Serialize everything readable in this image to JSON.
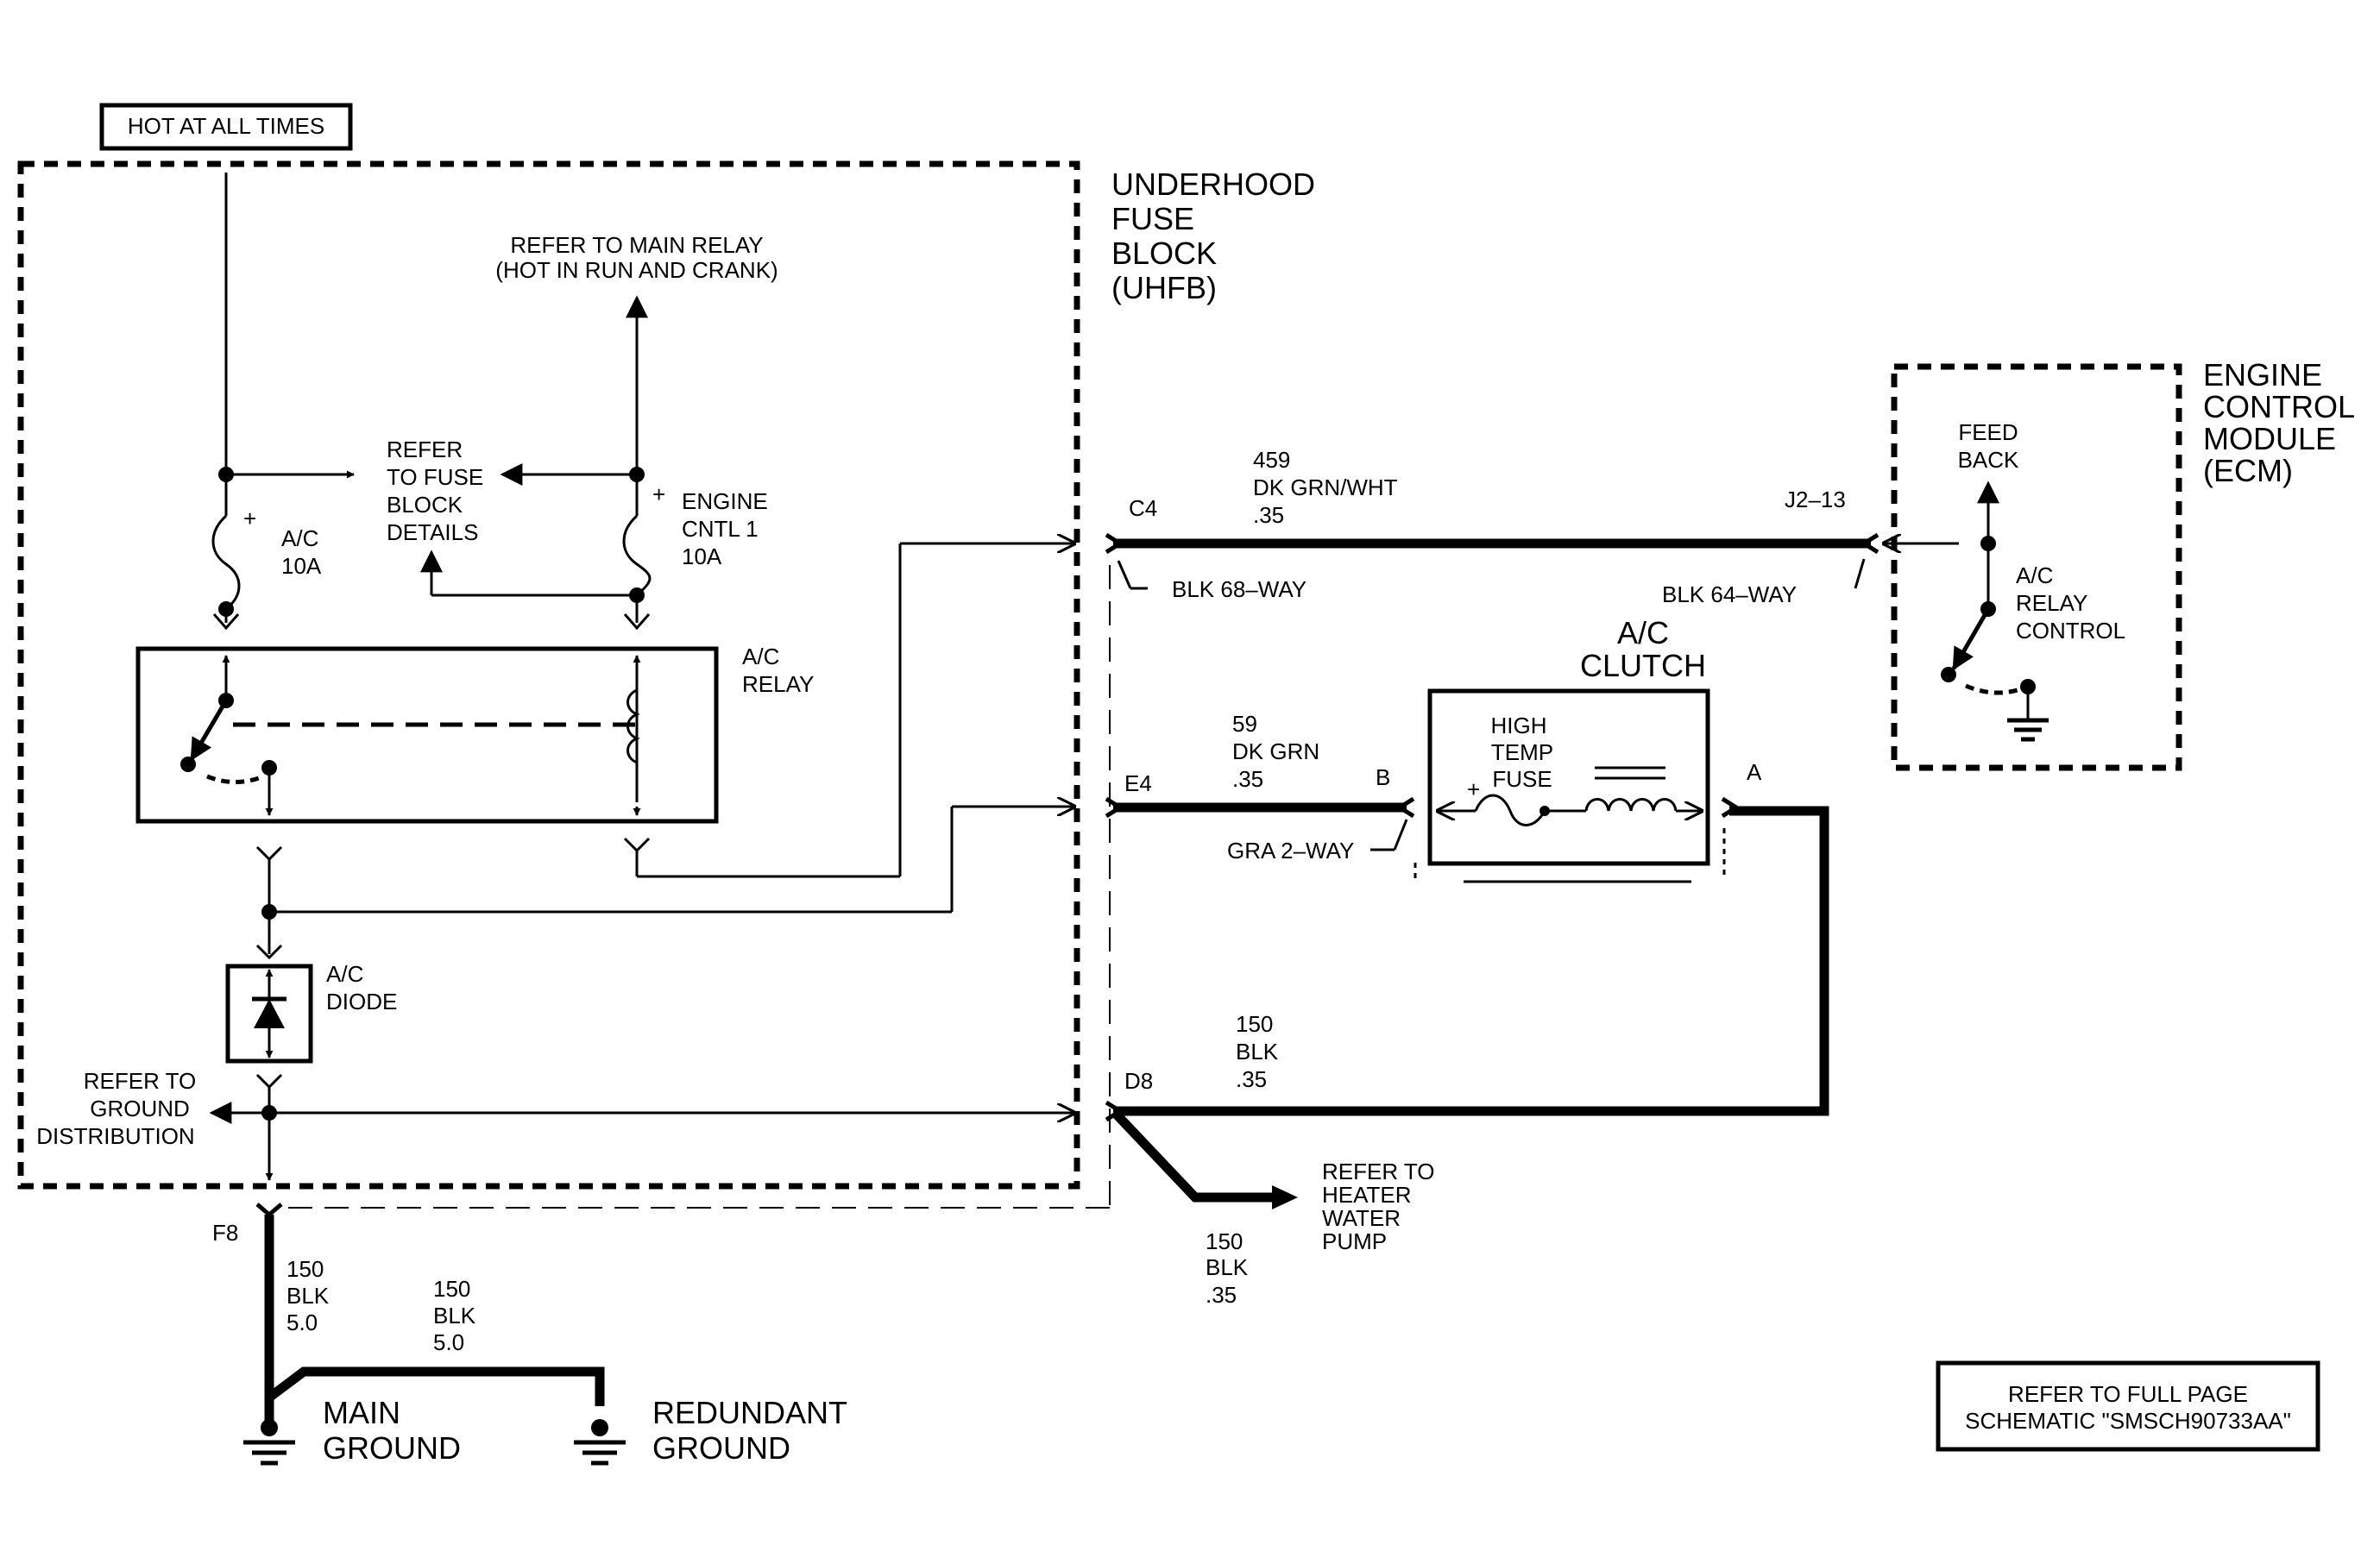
{
  "boxes": {
    "hot_at_all_times": "HOT AT ALL TIMES",
    "uhfb": [
      "UNDERHOOD",
      "FUSE",
      "BLOCK",
      "(UHFB)"
    ],
    "ecm": [
      "ENGINE",
      "CONTROL",
      "MODULE",
      "(ECM)"
    ],
    "refer_full_page": [
      "REFER TO FULL PAGE",
      "SCHEMATIC \"SMSCH90733AA\""
    ]
  },
  "labels": {
    "main_relay": [
      "REFER TO MAIN RELAY",
      "(HOT IN RUN AND CRANK)"
    ],
    "fuse_block_details": [
      "REFER",
      "TO FUSE",
      "BLOCK",
      "DETAILS"
    ],
    "ac_fuse": [
      "A/C",
      "10A"
    ],
    "engine_cntl_fuse": [
      "ENGINE",
      "CNTL 1",
      "10A"
    ],
    "ac_relay": [
      "A/C",
      "RELAY"
    ],
    "ac_diode": [
      "A/C",
      "DIODE"
    ],
    "ground_distribution": [
      "REFER TO",
      "GROUND",
      "DISTRIBUTION"
    ],
    "feed_back": [
      "FEED",
      "BACK"
    ],
    "ac_relay_control": [
      "A/C",
      "RELAY",
      "CONTROL"
    ],
    "ac_clutch": [
      "A/C",
      "CLUTCH"
    ],
    "high_temp_fuse": [
      "HIGH",
      "TEMP",
      "FUSE"
    ],
    "heater_water_pump": [
      "REFER TO",
      "HEATER",
      "WATER",
      "PUMP"
    ],
    "main_ground": [
      "MAIN",
      "GROUND"
    ],
    "redundant_ground": [
      "REDUNDANT",
      "GROUND"
    ]
  },
  "connectors": {
    "c4": "C4",
    "e4": "E4",
    "d8": "D8",
    "f8": "F8",
    "j2_13": "J2–13",
    "pin_b": "B",
    "pin_a": "A",
    "blk_68": "BLK 68–WAY",
    "blk_64": "BLK 64–WAY",
    "gra_2": "GRA 2–WAY"
  },
  "wires": {
    "w459": [
      "459",
      "DK GRN/WHT",
      ".35"
    ],
    "w59": [
      "59",
      "DK GRN",
      ".35"
    ],
    "w150_d8": [
      "150",
      "BLK",
      ".35"
    ],
    "w150_pump": [
      "150",
      "BLK",
      ".35"
    ],
    "w150_f8": [
      "150",
      "BLK",
      "5.0"
    ],
    "w150_redundant": [
      "150",
      "BLK",
      "5.0"
    ]
  },
  "symbols": {
    "plus": "+"
  }
}
